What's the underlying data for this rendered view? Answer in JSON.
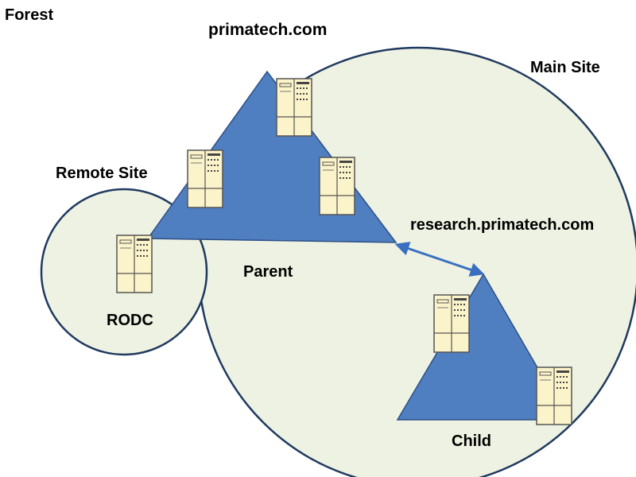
{
  "diagram": {
    "forest_label": "Forest",
    "root_domain_label": "primatech.com",
    "main_site_label": "Main Site",
    "remote_site_label": "Remote Site",
    "child_domain_label": "research.primatech.com",
    "parent_label": "Parent",
    "rodc_label": "RODC",
    "child_label": "Child"
  },
  "colors": {
    "site_fill": "#eef2e3",
    "site_stroke": "#1f3a5f",
    "domain_fill": "#4f7fc0",
    "domain_stroke": "#2d4f86",
    "trust_arrow": "#3a6fc0",
    "server_fill": "#fbf3c9",
    "server_stroke": "#555555"
  },
  "icons": {
    "server": "server-icon",
    "trust": "two-way-arrow-icon"
  }
}
